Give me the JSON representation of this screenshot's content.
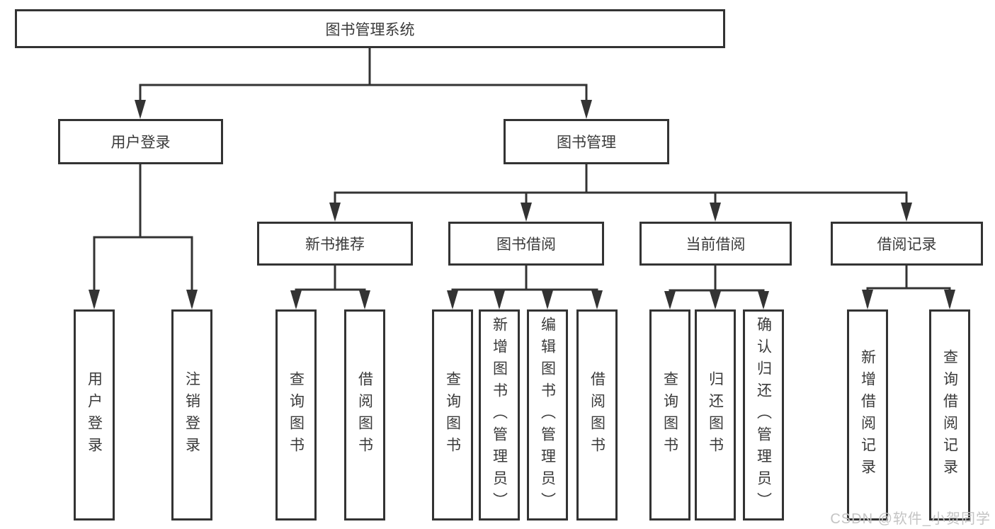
{
  "diagram": {
    "root": {
      "label": "图书管理系统"
    },
    "level2": [
      {
        "label": "用户登录"
      },
      {
        "label": "图书管理"
      }
    ],
    "level3": [
      {
        "label": "新书推荐"
      },
      {
        "label": "图书借阅"
      },
      {
        "label": "当前借阅"
      },
      {
        "label": "借阅记录"
      }
    ],
    "leaves": [
      {
        "label": "用户登录"
      },
      {
        "label": "注销登录"
      },
      {
        "label": "查询图书"
      },
      {
        "label": "借阅图书"
      },
      {
        "label": "查询图书"
      },
      {
        "label": "新增图书（管理员）"
      },
      {
        "label": "编辑图书（管理员）"
      },
      {
        "label": "借阅图书"
      },
      {
        "label": "查询图书"
      },
      {
        "label": "归还图书"
      },
      {
        "label": "确认归还（管理员）"
      },
      {
        "label": "新增借阅记录"
      },
      {
        "label": "查询借阅记录"
      }
    ],
    "colors": {
      "line": "#333333",
      "text": "#3a3a3a",
      "background": "#ffffff",
      "watermark": "#c4c4c4"
    },
    "watermark": "CSDN @软件_小贺同学"
  }
}
